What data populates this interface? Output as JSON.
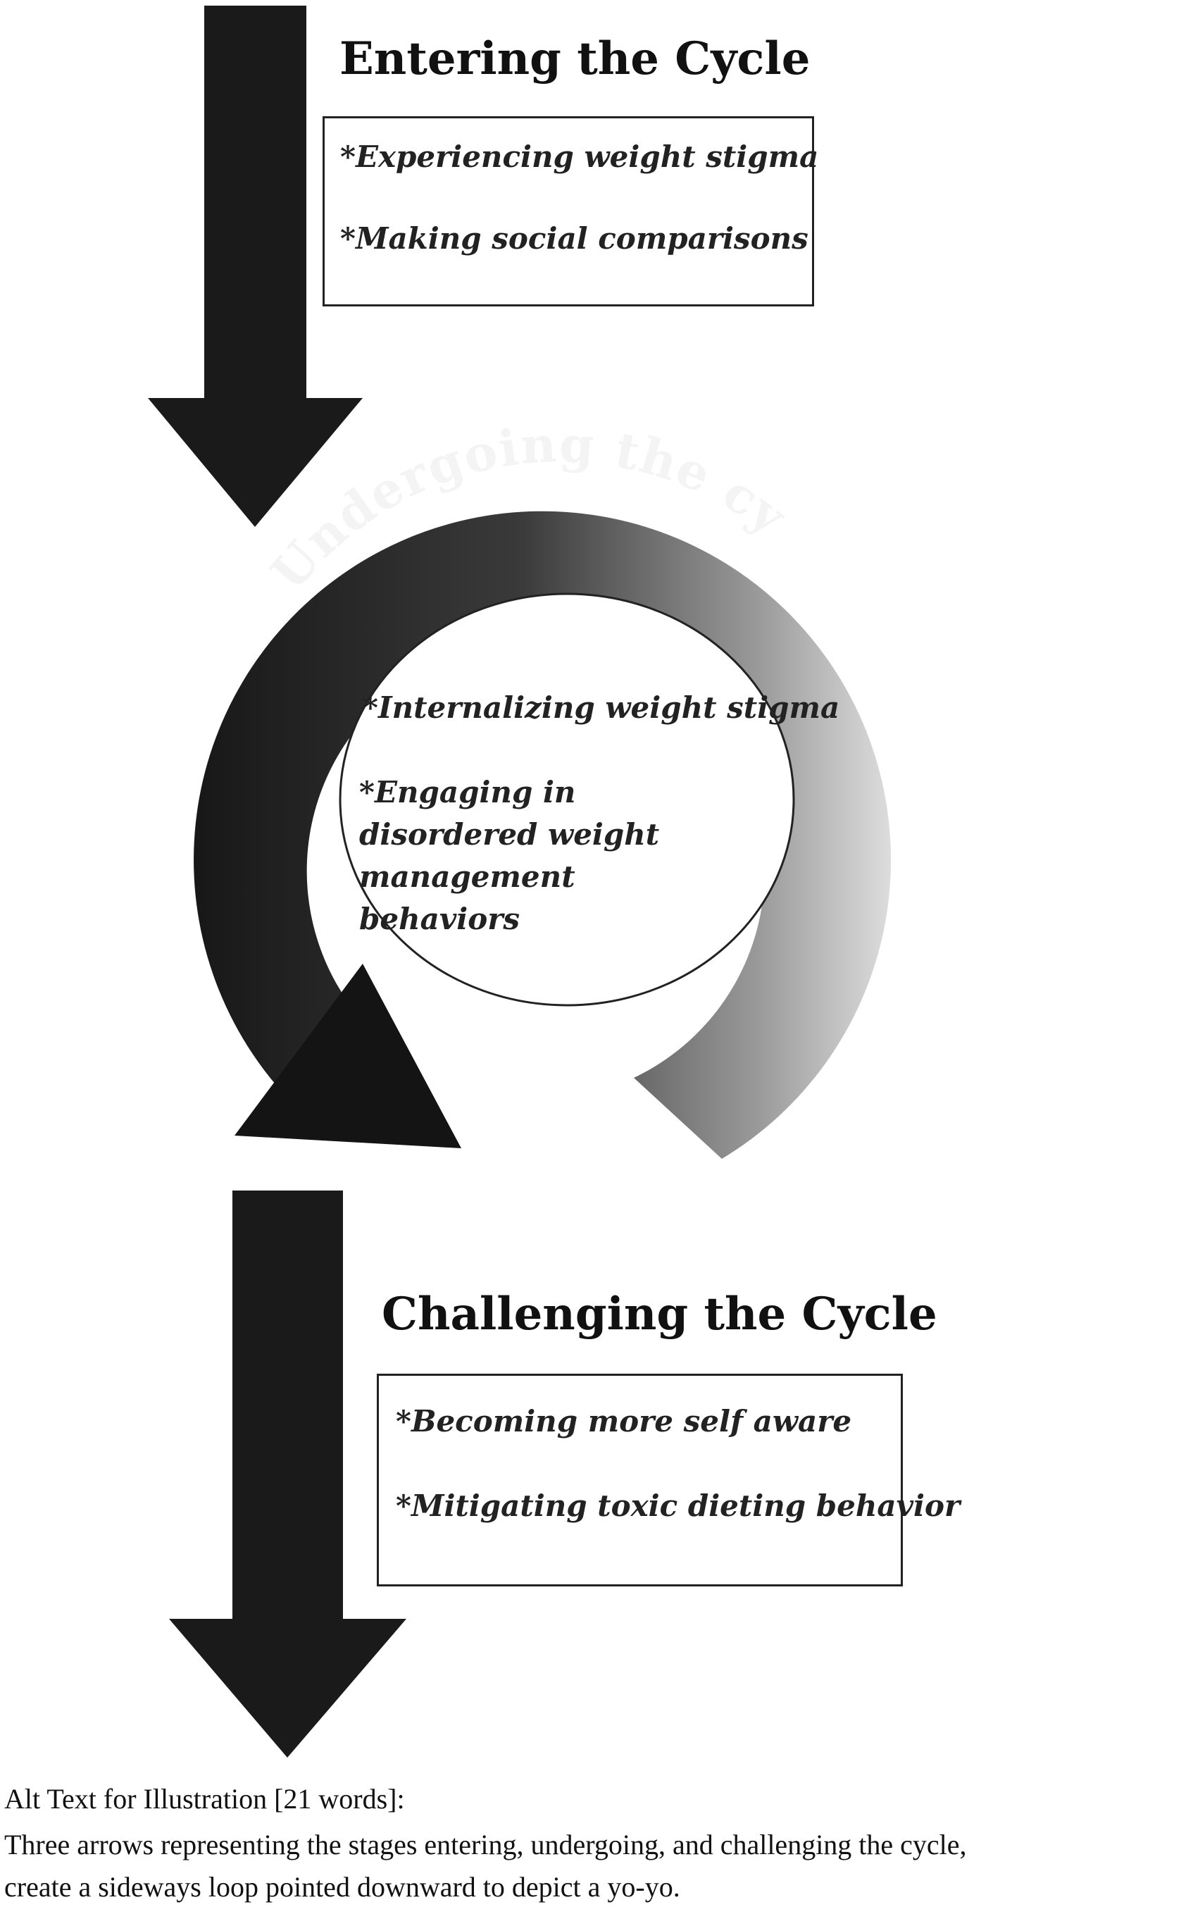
{
  "stages": {
    "entering": {
      "heading": "Entering the Cycle",
      "items": [
        "*Experiencing weight stigma",
        "*Making social comparisons"
      ]
    },
    "undergoing": {
      "heading": "Undergoing the cycle",
      "items": [
        "*Internalizing weight stigma",
        "*Engaging in disordered weight management behaviors"
      ]
    },
    "challenging": {
      "heading": "Challenging the Cycle",
      "items": [
        "*Becoming more self aware",
        "*Mitigating toxic dieting behavior"
      ]
    }
  },
  "caption": {
    "title": "Alt Text for Illustration [21 words]:",
    "line1": "Three arrows representing the stages entering, undergoing, and challenging the cycle,",
    "line2": "create a sideways loop pointed downward to depict a yo-yo."
  },
  "colors": {
    "arrow": "#1a1a1a",
    "arc_dark": "#1a1a1a",
    "arc_light": "#ffffff",
    "arc_label": "#f4f4f4",
    "box_border": "#222222"
  }
}
